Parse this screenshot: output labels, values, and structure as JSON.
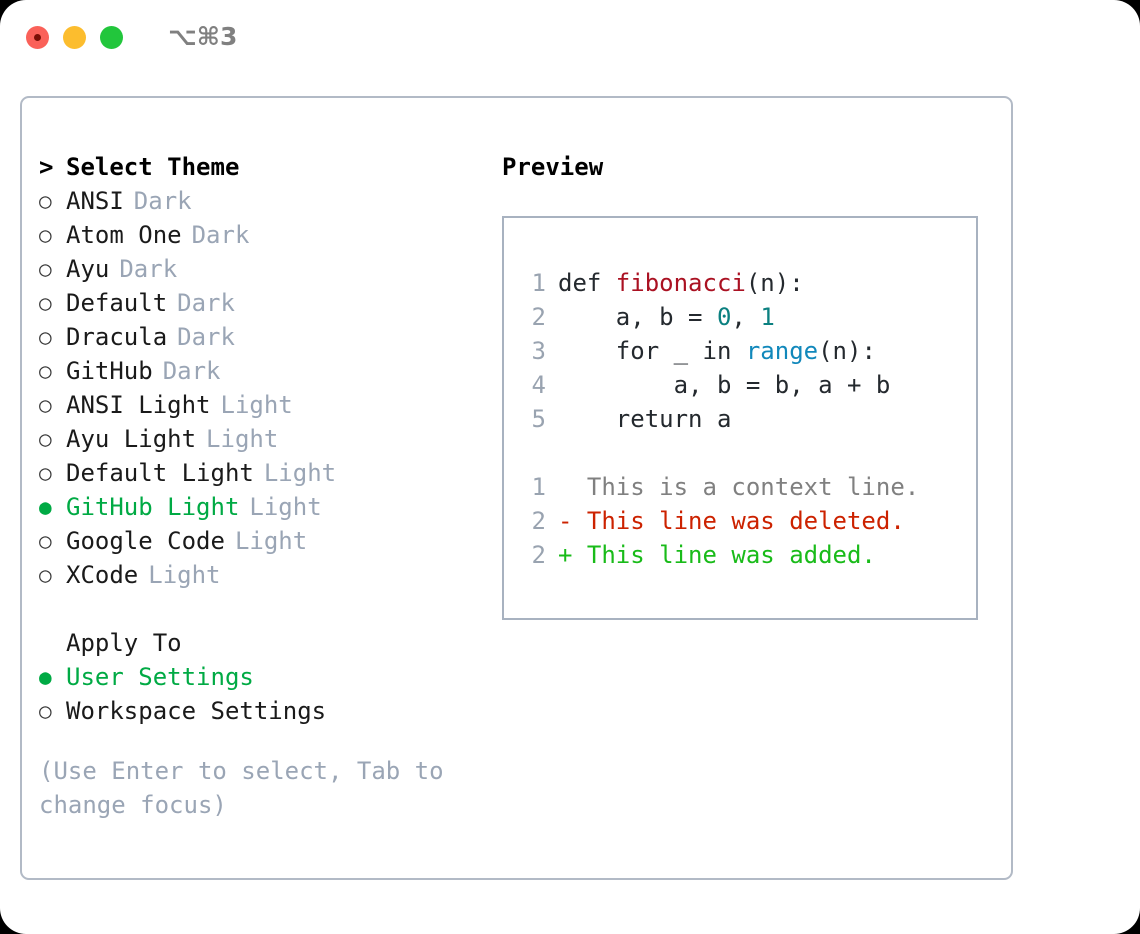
{
  "titlebar": {
    "shortcut": "⌥⌘3",
    "lights": [
      "close",
      "minimize",
      "maximize"
    ]
  },
  "theme_picker": {
    "heading": "Select Theme",
    "caret": ">",
    "bullet_empty": "○",
    "bullet_filled": "●",
    "items": [
      {
        "name": "ANSI",
        "tag": "Dark",
        "selected": false
      },
      {
        "name": "Atom One",
        "tag": "Dark",
        "selected": false
      },
      {
        "name": "Ayu",
        "tag": "Dark",
        "selected": false
      },
      {
        "name": "Default",
        "tag": "Dark",
        "selected": false
      },
      {
        "name": "Dracula",
        "tag": "Dark",
        "selected": false
      },
      {
        "name": "GitHub",
        "tag": "Dark",
        "selected": false
      },
      {
        "name": "ANSI Light",
        "tag": "Light",
        "selected": false
      },
      {
        "name": "Ayu Light",
        "tag": "Light",
        "selected": false
      },
      {
        "name": "Default Light",
        "tag": "Light",
        "selected": false
      },
      {
        "name": "GitHub Light",
        "tag": "Light",
        "selected": true
      },
      {
        "name": "Google Code",
        "tag": "Light",
        "selected": false
      },
      {
        "name": "XCode",
        "tag": "Light",
        "selected": false
      }
    ]
  },
  "apply_to": {
    "heading": "Apply To",
    "options": [
      {
        "name": "User Settings",
        "selected": true
      },
      {
        "name": "Workspace Settings",
        "selected": false
      }
    ]
  },
  "hint": "(Use Enter to select, Tab to change focus)",
  "preview": {
    "title": "Preview",
    "code_lines": [
      {
        "num": "1",
        "tokens": [
          {
            "t": "def ",
            "c": "plain"
          },
          {
            "t": "fibonacci",
            "c": "fn"
          },
          {
            "t": "(n):",
            "c": "plain"
          }
        ]
      },
      {
        "num": "2",
        "tokens": [
          {
            "t": "    a, b = ",
            "c": "plain"
          },
          {
            "t": "0",
            "c": "num"
          },
          {
            "t": ", ",
            "c": "plain"
          },
          {
            "t": "1",
            "c": "num"
          }
        ]
      },
      {
        "num": "3",
        "tokens": [
          {
            "t": "    for _ in ",
            "c": "plain"
          },
          {
            "t": "range",
            "c": "call"
          },
          {
            "t": "(n):",
            "c": "plain"
          }
        ]
      },
      {
        "num": "4",
        "tokens": [
          {
            "t": "        a, b = b, a + b",
            "c": "plain"
          }
        ]
      },
      {
        "num": "5",
        "tokens": [
          {
            "t": "    return a",
            "c": "plain"
          }
        ]
      }
    ],
    "diff_lines": [
      {
        "num": "1",
        "marker": "  ",
        "text": "This is a context line.",
        "kind": "ctx"
      },
      {
        "num": "2",
        "marker": "- ",
        "text": "This line was deleted.",
        "kind": "del"
      },
      {
        "num": "2",
        "marker": "+ ",
        "text": "This line was added.",
        "kind": "add"
      }
    ]
  },
  "colors": {
    "accent_green": "#00aa44",
    "diff_add": "#19bb19",
    "diff_del": "#cc2200",
    "tag_gray": "#9aa5b5",
    "border": "#b2bac6",
    "fn_red": "#aa1122",
    "num_teal": "#0b8080",
    "call_blue": "#1188bb"
  }
}
